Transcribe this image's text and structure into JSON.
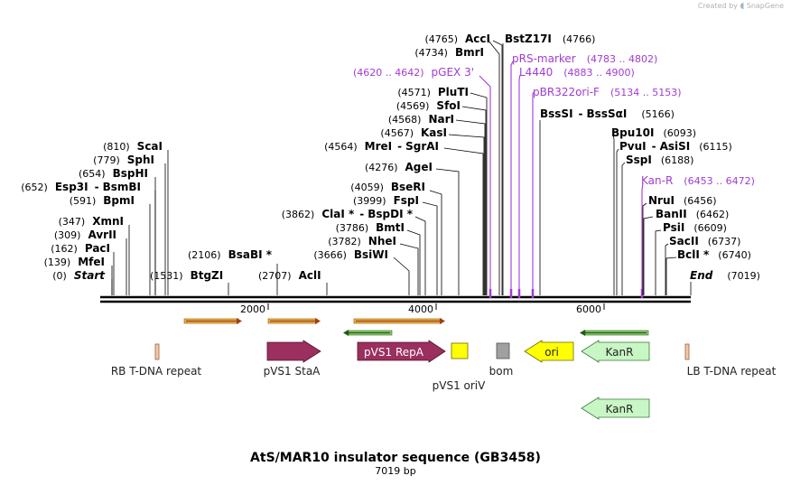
{
  "credit": {
    "text": "Created by",
    "brand": "SnapGene"
  },
  "title": "AtS/MAR10 insulator sequence (GB3458)",
  "length_label": "7019 bp",
  "scale": {
    "total": 7019,
    "ticks": [
      "2000",
      "4000",
      "6000"
    ]
  },
  "sites_left": [
    {
      "pos": "(0)",
      "name": "Start",
      "italic": true
    },
    {
      "pos": "(139)",
      "name": "MfeI"
    },
    {
      "pos": "(162)",
      "name": "PacI"
    },
    {
      "pos": "(309)",
      "name": "AvrII"
    },
    {
      "pos": "(347)",
      "name": "XmnI"
    },
    {
      "pos": "(591)",
      "name": "BpmI"
    },
    {
      "pos": "(652)",
      "name": "Esp3I",
      "sep": "-",
      "name2": "BsmBI"
    },
    {
      "pos": "(654)",
      "name": "BspHI"
    },
    {
      "pos": "(779)",
      "name": "SphI"
    },
    {
      "pos": "(810)",
      "name": "ScaI"
    },
    {
      "pos": "(1531)",
      "name": "BtgZI"
    },
    {
      "pos": "(2106)",
      "name": "BsaBI *"
    },
    {
      "pos": "(2707)",
      "name": "AclI"
    }
  ],
  "sites_mid": [
    {
      "pos": "(3666)",
      "name": "BsiWI"
    },
    {
      "pos": "(3782)",
      "name": "NheI"
    },
    {
      "pos": "(3786)",
      "name": "BmtI"
    },
    {
      "pos": "(3862)",
      "name": "ClaI *",
      "sep": "-",
      "name2": "BspDI *"
    },
    {
      "pos": "(3999)",
      "name": "FspI"
    },
    {
      "pos": "(4059)",
      "name": "BseRI"
    },
    {
      "pos": "(4276)",
      "name": "AgeI"
    },
    {
      "pos": "(4564)",
      "name": "MreI",
      "sep": "-",
      "name2": "SgrAI"
    },
    {
      "pos": "(4567)",
      "name": "KasI"
    },
    {
      "pos": "(4568)",
      "name": "NarI"
    },
    {
      "pos": "(4569)",
      "name": "SfoI"
    },
    {
      "pos": "(4571)",
      "name": "PluTI"
    },
    {
      "pos": "(4734)",
      "name": "BmrI"
    },
    {
      "pos": "(4765)",
      "name": "AccI"
    },
    {
      "pos": "(4766)",
      "name": "BstZ17I"
    }
  ],
  "primer_labels": [
    {
      "name": "pGEX 3'",
      "range": "(4620 .. 4642)"
    },
    {
      "name": "pRS-marker",
      "range": "(4783 .. 4802)"
    },
    {
      "name": "L4440",
      "range": "(4883 .. 4900)"
    },
    {
      "name": "pBR322ori-F",
      "range": "(5134 .. 5153)"
    },
    {
      "name": "Kan-R",
      "range": "(6453 .. 6472)"
    }
  ],
  "sites_right": [
    {
      "name": "BssSI",
      "sep": "-",
      "name2": "BssSαI",
      "pos": "(5166)"
    },
    {
      "name": "Bpu10I",
      "pos": "(6093)"
    },
    {
      "name": "PvuI",
      "sep": "-",
      "name2": "AsiSI",
      "pos": "(6115)"
    },
    {
      "name": "SspI",
      "pos": "(6188)"
    },
    {
      "name": "NruI",
      "pos": "(6456)"
    },
    {
      "name": "BanII",
      "pos": "(6462)"
    },
    {
      "name": "PsiI",
      "pos": "(6609)"
    },
    {
      "name": "SacII",
      "pos": "(6737)"
    },
    {
      "name": "BclI *",
      "pos": "(6740)"
    },
    {
      "name": "End",
      "pos": "(7019)",
      "italic": true
    }
  ],
  "features": [
    {
      "label": "RB T-DNA repeat"
    },
    {
      "label": "pVS1 StaA"
    },
    {
      "label": "pVS1 RepA"
    },
    {
      "label": "pVS1 oriV"
    },
    {
      "label": "bom"
    },
    {
      "label": "ori"
    },
    {
      "label": "KanR"
    },
    {
      "label": "LB T-DNA repeat"
    },
    {
      "label": "KanR"
    }
  ],
  "colors": {
    "primer": "#a23bd4",
    "staA": "#9b2f5e",
    "repA": "#9b2f5e",
    "oriV": "#ffff00",
    "bom": "#a0a0a0",
    "ori": "#ffff00",
    "kanR": "#c8f7c5",
    "tdna": "#f3c9a8",
    "orange_arrow": "#f0b040",
    "green_arrow": "#2f9a2f"
  }
}
